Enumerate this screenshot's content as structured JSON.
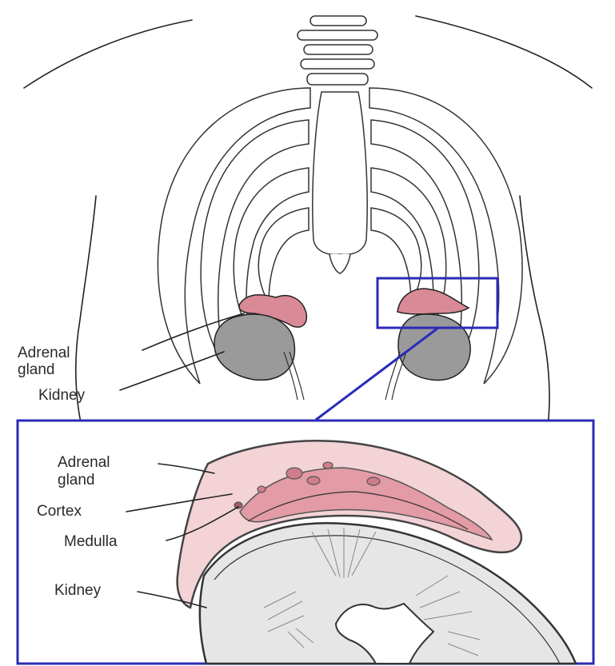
{
  "figure": {
    "top_labels": {
      "adrenal_line1": "Adrenal",
      "adrenal_line2": "gland",
      "kidney": "Kidney"
    },
    "inset_labels": {
      "adrenal_line1": "Adrenal",
      "adrenal_line2": "gland",
      "cortex": "Cortex",
      "medulla": "Medulla",
      "kidney": "Kidney"
    },
    "colors": {
      "adrenal": "#d98a96",
      "adrenal_light": "#f3d3d6",
      "kidney": "#9a9a9a",
      "kidney_light": "#e6e6e6",
      "highlight_box": "#2b2bb8"
    }
  }
}
